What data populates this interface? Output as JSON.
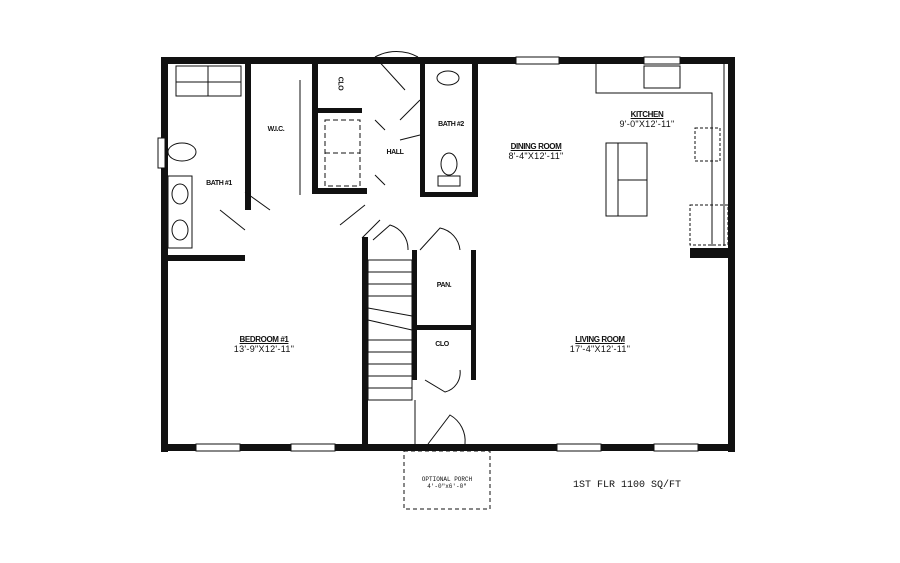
{
  "plan": {
    "floor_label": "1ST FLR 1100 SQ/FT",
    "rooms": [
      {
        "name": "KITCHEN",
        "dims": "9'-0\"X12'-11\""
      },
      {
        "name": "DINING ROOM",
        "dims": "8'-4\"X12'-11\""
      },
      {
        "name": "LIVING ROOM",
        "dims": "17'-4\"X12'-11\""
      },
      {
        "name": "BEDROOM #1",
        "dims": "13'-9\"X12'-11\""
      },
      {
        "name": "BATH #1",
        "dims": ""
      },
      {
        "name": "BATH #2",
        "dims": ""
      },
      {
        "name": "W.I.C.",
        "dims": ""
      },
      {
        "name": "HALL",
        "dims": ""
      },
      {
        "name": "PAN.",
        "dims": ""
      },
      {
        "name": "CLO",
        "dims": ""
      },
      {
        "name": "CLO",
        "dims": ""
      }
    ],
    "porch": {
      "name": "OPTIONAL PORCH",
      "dims": "4'-0\"x6'-0\""
    }
  }
}
